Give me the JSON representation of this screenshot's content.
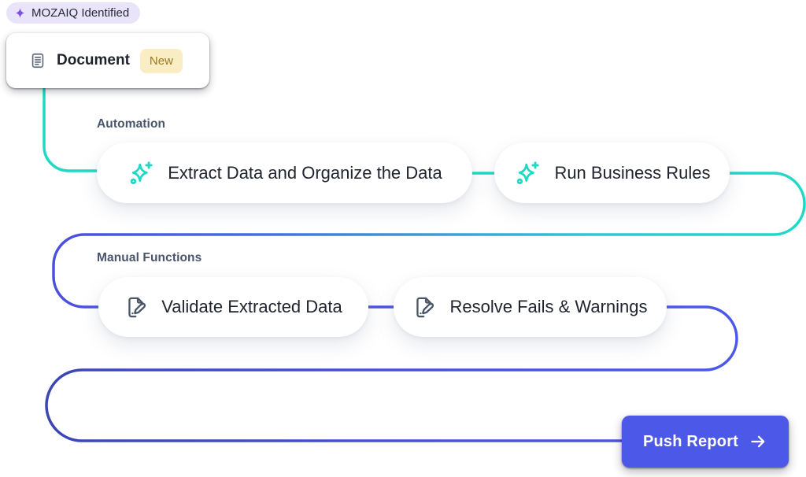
{
  "badge": {
    "icon": "sparkle-icon",
    "label": "MOZAIQ Identified"
  },
  "document_card": {
    "icon": "document-icon",
    "title": "Document",
    "status_badge": "New"
  },
  "automation": {
    "label": "Automation",
    "steps": [
      {
        "icon": "sparkles-icon",
        "label": "Extract Data and Organize the Data"
      },
      {
        "icon": "sparkles-icon",
        "label": "Run Business Rules"
      }
    ]
  },
  "manual": {
    "label": "Manual Functions",
    "steps": [
      {
        "icon": "file-edit-icon",
        "label": "Validate Extracted Data"
      },
      {
        "icon": "file-edit-icon",
        "label": "Resolve Fails & Warnings"
      }
    ]
  },
  "push_report": {
    "label": "Push Report",
    "icon": "arrow-right-icon"
  },
  "colors": {
    "teal_line": "#1FD9C5",
    "indigo_line": "#4A53DC",
    "button_bg": "#4C59E8",
    "mozaiq_badge_bg": "#E9E4F9",
    "mozaiq_icon_purple": "#7B4FE0",
    "new_badge_bg": "#FAEDC4",
    "new_badge_text": "#9A7B1C",
    "section_label_text": "#49556C",
    "pill_text": "#20242E",
    "manual_icon_slate": "#4A5668"
  }
}
